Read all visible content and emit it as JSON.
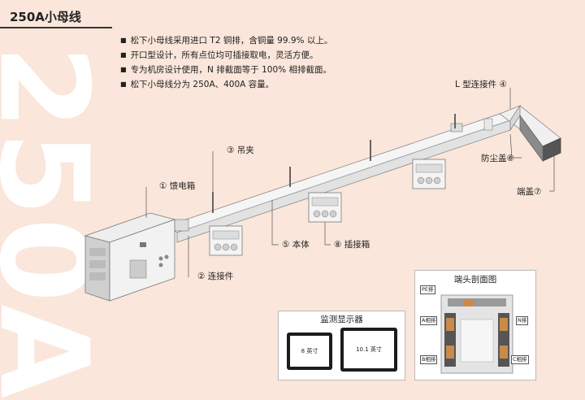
{
  "watermark": "250A",
  "title": "250A小母线",
  "bullets": [
    "松下小母线采用进口 T2 铜排，含铜量 99.9% 以上。",
    "开口型设计，所有点位均可插接取电，灵活方便。",
    "专为机房设计使用，N 排截面等于 100% 相排截面。",
    "松下小母线分为 250A、400A 容量。"
  ],
  "callouts": {
    "l_connector": "L 型连接件 ④",
    "dust_cover": "防尘盖⑥",
    "end_cap": "端盖⑦",
    "hanger": "③ 吊夹",
    "feed_box": "① 馈电箱",
    "connector": "② 连接件",
    "body": "⑤ 本体",
    "plug_box": "⑧ 插接箱"
  },
  "monitor": {
    "title": "监测显示器",
    "small_screen": "8 英寸",
    "large_screen": "10.1 英寸"
  },
  "cross_section": {
    "title": "端头剖面图",
    "labels": [
      "PE排",
      "A相排",
      "N排",
      "B相排",
      "C相排"
    ]
  },
  "colors": {
    "background": "#fae6da",
    "watermark": "#ffffff",
    "text": "#222222"
  }
}
